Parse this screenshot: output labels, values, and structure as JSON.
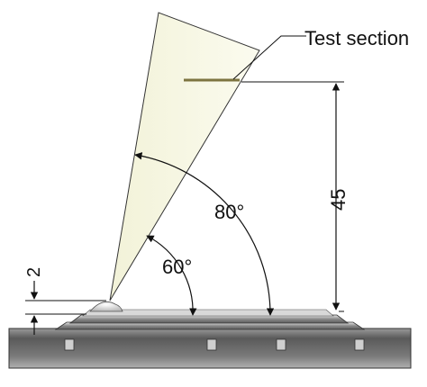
{
  "diagram": {
    "labels": {
      "test_section": "Test section",
      "angle_outer": "80°",
      "angle_inner": "60°",
      "height_dim": "45",
      "small_dim": "2"
    },
    "colors": {
      "wedge_fill": "#f6f6df",
      "wedge_stroke": "#333333",
      "test_line": "#8a7a3a",
      "dimension": "#111111"
    }
  }
}
